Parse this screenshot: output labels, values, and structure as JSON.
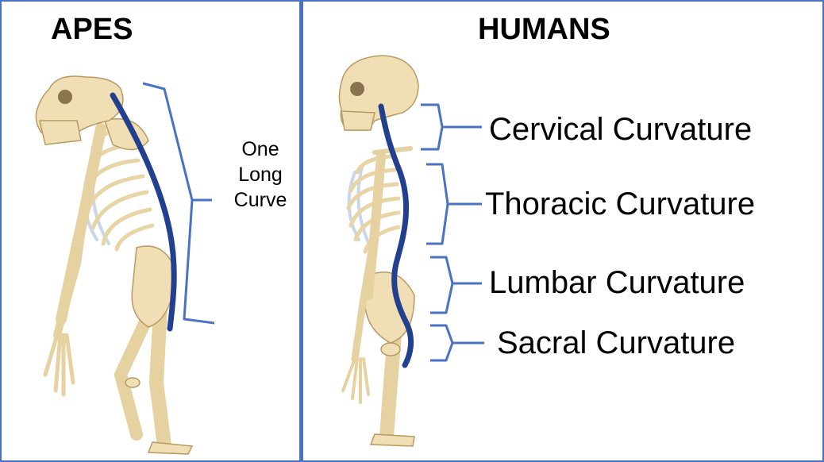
{
  "colors": {
    "bracket": "#4a72c4",
    "spine": "#233f8f",
    "bone": "#f0dfb5",
    "bone_outline": "#b89a62",
    "ribs_blue": "#c9d6ea"
  },
  "panels": {
    "apes": {
      "title": "APES",
      "label_lines": [
        "One",
        "Long",
        "Curve"
      ]
    },
    "humans": {
      "title": "HUMANS",
      "curvatures": [
        "Cervical Curvature",
        "Thoracic Curvature",
        "Lumbar Curvature",
        "Sacral Curvature"
      ]
    }
  }
}
